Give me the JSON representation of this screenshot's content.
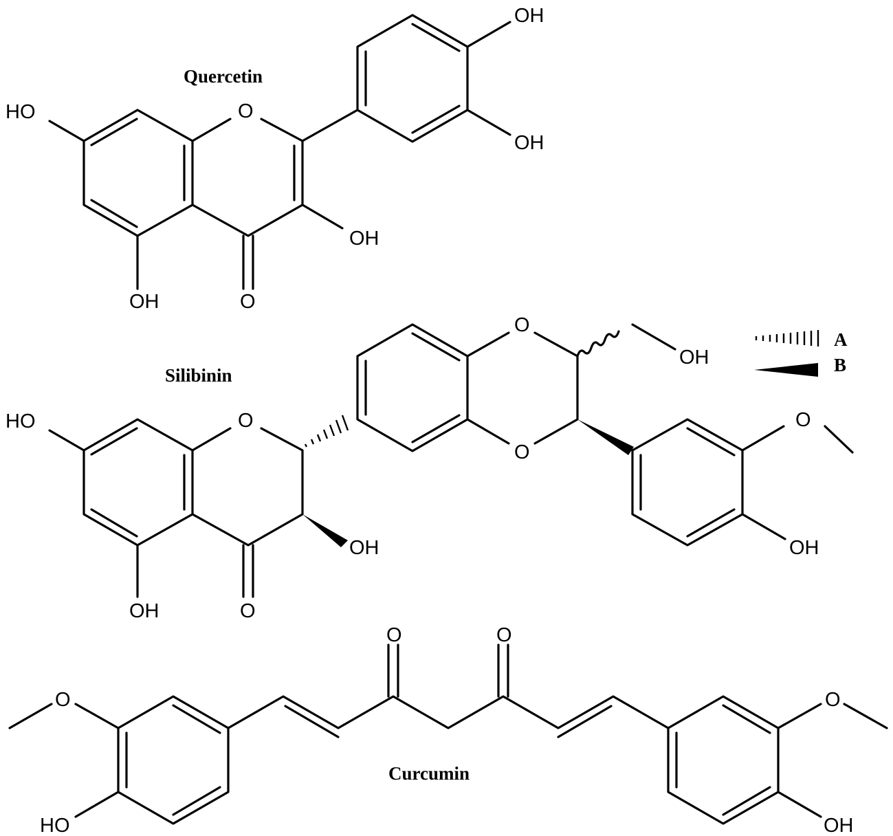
{
  "molecules": {
    "quercetin": {
      "name": "Quercetin",
      "atoms": {
        "oh_7": "HO",
        "oh_5": "OH",
        "oxo": "O",
        "ring_o": "O",
        "oh_3": "OH",
        "oh_4p": "OH",
        "oh_3p": "OH"
      }
    },
    "silibinin": {
      "name": "Silibinin",
      "atoms": {
        "oh_7": "HO",
        "oh_5": "OH",
        "oxo": "O",
        "ring_o": "O",
        "oh_3": "OH",
        "dioxane_o1": "O",
        "dioxane_o2": "O",
        "oh_ch2": "OH",
        "methoxy_o": "O",
        "oh_4": "OH"
      }
    },
    "curcumin": {
      "name": "Curcumin",
      "atoms": {
        "oxo_1": "O",
        "oxo_2": "O",
        "methoxy_o_left": "O",
        "methoxy_o_right": "O",
        "oh_left": "HO",
        "oh_right": "OH"
      }
    }
  },
  "legend": {
    "items": [
      {
        "label": "A",
        "bond_style": "hashed-wedge"
      },
      {
        "label": "B",
        "bond_style": "solid-wedge"
      }
    ]
  }
}
